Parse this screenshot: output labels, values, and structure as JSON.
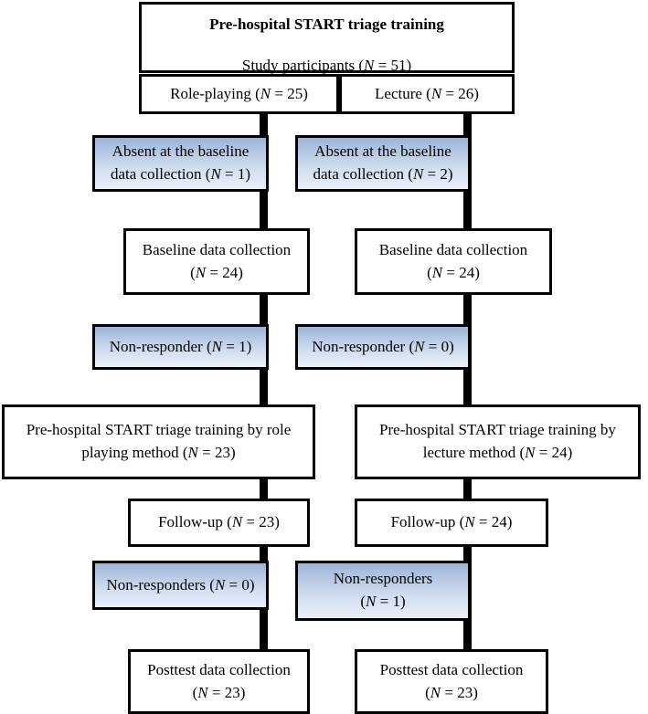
{
  "figure": {
    "kind": "study-flow-diagram",
    "colors": {
      "line": "#000000",
      "box_fill": "#ffffff",
      "highlight_fill_top": "#9db3d6",
      "highlight_fill_bottom": "#e9f0f9",
      "text": "#000000"
    }
  },
  "header": {
    "title": "Pre-hospital START triage training",
    "subtitle_pre": "Study participants (",
    "subtitle_n": "N",
    "subtitle_post": " = 51)"
  },
  "groups": {
    "left": {
      "label_pre": "Role-playing (",
      "label_n": "N",
      "label_post": " = 25)"
    },
    "right": {
      "label_pre": "Lecture (",
      "label_n": "N",
      "label_post": " = 26)"
    }
  },
  "rows": [
    {
      "id": "absent",
      "style": "highlight",
      "left": {
        "line1": "Absent at the baseline",
        "line2_pre": "data collection (",
        "line2_n": "N",
        "line2_post": " = 1)"
      },
      "right": {
        "line1": "Absent at the baseline",
        "line2_pre": "data collection (",
        "line2_n": "N",
        "line2_post": " = 2)"
      }
    },
    {
      "id": "baseline",
      "style": "plain",
      "left": {
        "line1": "Baseline data collection",
        "line2_pre": "(",
        "line2_n": "N",
        "line2_post": " = 24)"
      },
      "right": {
        "line1": "Baseline data collection",
        "line2_pre": "(",
        "line2_n": "N",
        "line2_post": " = 24)"
      }
    },
    {
      "id": "non-responder",
      "style": "highlight",
      "left": {
        "line1_pre": "Non-responder (",
        "line1_n": "N",
        "line1_post": " = 1)"
      },
      "right": {
        "line1_pre": "Non-responder (",
        "line1_n": "N",
        "line1_post": " = 0)"
      }
    },
    {
      "id": "training",
      "style": "plain",
      "left": {
        "line1": "Pre-hospital START triage training by role",
        "line2_pre": "playing method (",
        "line2_n": "N",
        "line2_post": " = 23)"
      },
      "right": {
        "line1": "Pre-hospital START triage training by",
        "line2_pre": "lecture method (",
        "line2_n": "N",
        "line2_post": " = 24)"
      }
    },
    {
      "id": "follow-up",
      "style": "plain",
      "left": {
        "line1_pre": "Follow-up (",
        "line1_n": "N",
        "line1_post": " = 23)"
      },
      "right": {
        "line1_pre": "Follow-up (",
        "line1_n": "N",
        "line1_post": " = 24)"
      }
    },
    {
      "id": "non-responders",
      "style": "highlight",
      "left": {
        "line1_pre": "Non-responders (",
        "line1_n": "N",
        "line1_post": " = 0)"
      },
      "right": {
        "line1": "Non-responders",
        "line2_pre": "(",
        "line2_n": "N",
        "line2_post": " = 1)"
      }
    },
    {
      "id": "posttest",
      "style": "plain",
      "left": {
        "line1": "Posttest data collection",
        "line2_pre": "(",
        "line2_n": "N",
        "line2_post": " = 23)"
      },
      "right": {
        "line1": "Posttest data collection",
        "line2_pre": "(",
        "line2_n": "N",
        "line2_post": " = 23)"
      }
    }
  ]
}
